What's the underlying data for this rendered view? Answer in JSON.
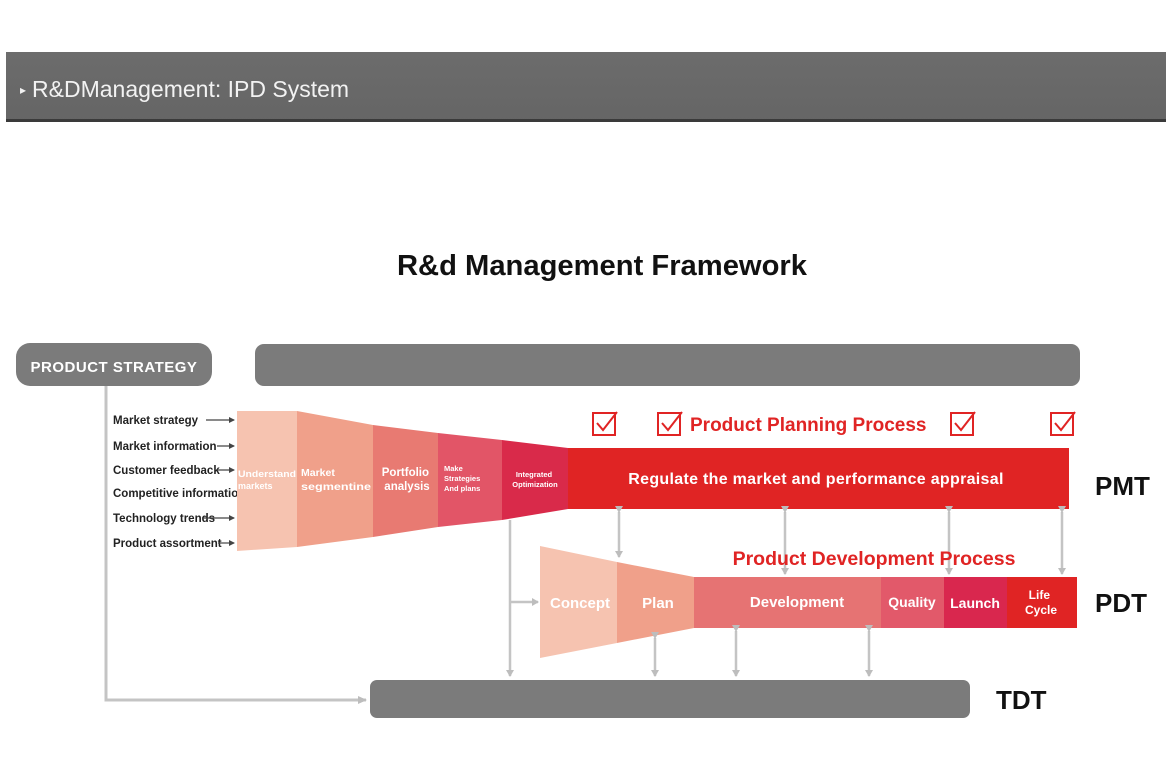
{
  "header": {
    "title": "R&DManagement: IPD System",
    "bullet": "▸"
  },
  "diagram": {
    "title": "R&d Management Framework",
    "product_strategy": "PRODUCT STRATEGY",
    "inputs": [
      "Market strategy",
      "Market information",
      "Customer feedback",
      "Competitive information",
      "Technology trends",
      "Product assortment"
    ],
    "planning_steps": [
      [
        "Understand",
        "markets"
      ],
      [
        "Market",
        "segmentine"
      ],
      [
        "Portfolio",
        "analysis"
      ],
      [
        "Make",
        "Strategies",
        "And plans"
      ],
      [
        "Integrated",
        "Optimization"
      ]
    ],
    "planning_process_label": "Product Planning Process",
    "pmt_bar_text": "Regulate the market  and  performance appraisal",
    "development_process_label": "Product Development Process",
    "development_steps": [
      [
        "Concept"
      ],
      [
        "Plan"
      ],
      [
        "Development"
      ],
      [
        "Quality"
      ],
      [
        "Launch"
      ],
      [
        "Life",
        "Cycle"
      ]
    ],
    "teams": {
      "pmt": "PMT",
      "pdt": "PDT",
      "tdt": "TDT"
    },
    "icons": [
      "checkbox-icon",
      "arrow-icon"
    ],
    "colors": {
      "header": "#6a6a6a",
      "gray_bar": "#7b7b7b",
      "red": "#e02424",
      "funnel": [
        "#f6c3b0",
        "#f0a08a",
        "#e87a72",
        "#e25567",
        "#d92a4a"
      ],
      "dev": [
        "#f6c3b0",
        "#f0a08a",
        "#e67373",
        "#e2596a",
        "#d9274e",
        "#e02424"
      ]
    }
  }
}
